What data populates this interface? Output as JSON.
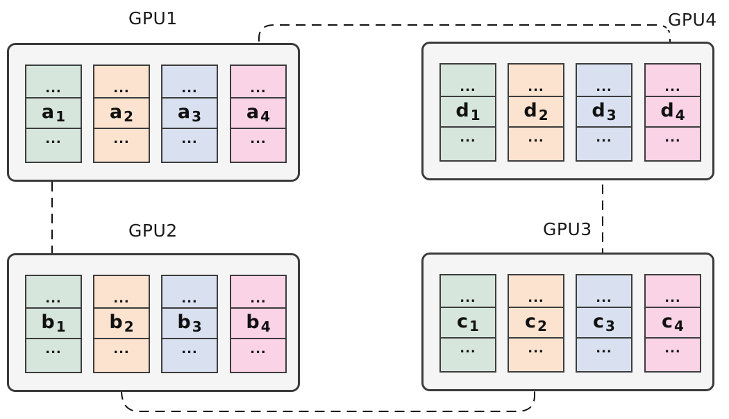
{
  "colors": {
    "col1": "#d6e6dd",
    "col2": "#fbe3cf",
    "col3": "#d9e1f1",
    "col4": "#fbd3e6",
    "box_fill": "#f5f5f5",
    "stroke": "#333333"
  },
  "gpus": [
    {
      "label": "GPU1",
      "cells": [
        {
          "top": "...",
          "letter": "a",
          "sub": "1",
          "bottom": "..."
        },
        {
          "top": "...",
          "letter": "a",
          "sub": "2",
          "bottom": "..."
        },
        {
          "top": "...",
          "letter": "a",
          "sub": "3",
          "bottom": "..."
        },
        {
          "top": "...",
          "letter": "a",
          "sub": "4",
          "bottom": "..."
        }
      ]
    },
    {
      "label": "GPU2",
      "cells": [
        {
          "top": "...",
          "letter": "b",
          "sub": "1",
          "bottom": "..."
        },
        {
          "top": "...",
          "letter": "b",
          "sub": "2",
          "bottom": "..."
        },
        {
          "top": "...",
          "letter": "b",
          "sub": "3",
          "bottom": "..."
        },
        {
          "top": "...",
          "letter": "b",
          "sub": "4",
          "bottom": "..."
        }
      ]
    },
    {
      "label": "GPU3",
      "cells": [
        {
          "top": "...",
          "letter": "c",
          "sub": "1",
          "bottom": "..."
        },
        {
          "top": "...",
          "letter": "c",
          "sub": "2",
          "bottom": "..."
        },
        {
          "top": "...",
          "letter": "c",
          "sub": "3",
          "bottom": "..."
        },
        {
          "top": "...",
          "letter": "c",
          "sub": "4",
          "bottom": "..."
        }
      ]
    },
    {
      "label": "GPU4",
      "cells": [
        {
          "top": "...",
          "letter": "d",
          "sub": "1",
          "bottom": "..."
        },
        {
          "top": "...",
          "letter": "d",
          "sub": "2",
          "bottom": "..."
        },
        {
          "top": "...",
          "letter": "d",
          "sub": "3",
          "bottom": "..."
        },
        {
          "top": "...",
          "letter": "d",
          "sub": "4",
          "bottom": "..."
        }
      ]
    }
  ]
}
